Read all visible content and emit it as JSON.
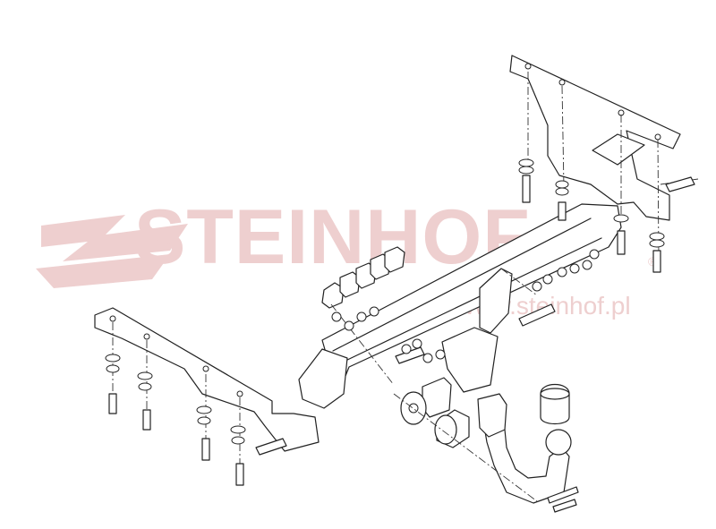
{
  "watermark": {
    "brand": "STEINHOF",
    "registered": "®",
    "website": "www.steinhof.pl",
    "color": "#eecfcf"
  },
  "drawing": {
    "line_color": "#222222",
    "parts": [
      "right-mounting-bracket",
      "left-mounting-bracket",
      "crossbar",
      "spacer-plates",
      "tow-ball",
      "ball-cover",
      "electrical-socket",
      "socket-plate",
      "bolts",
      "nuts",
      "washers"
    ]
  }
}
